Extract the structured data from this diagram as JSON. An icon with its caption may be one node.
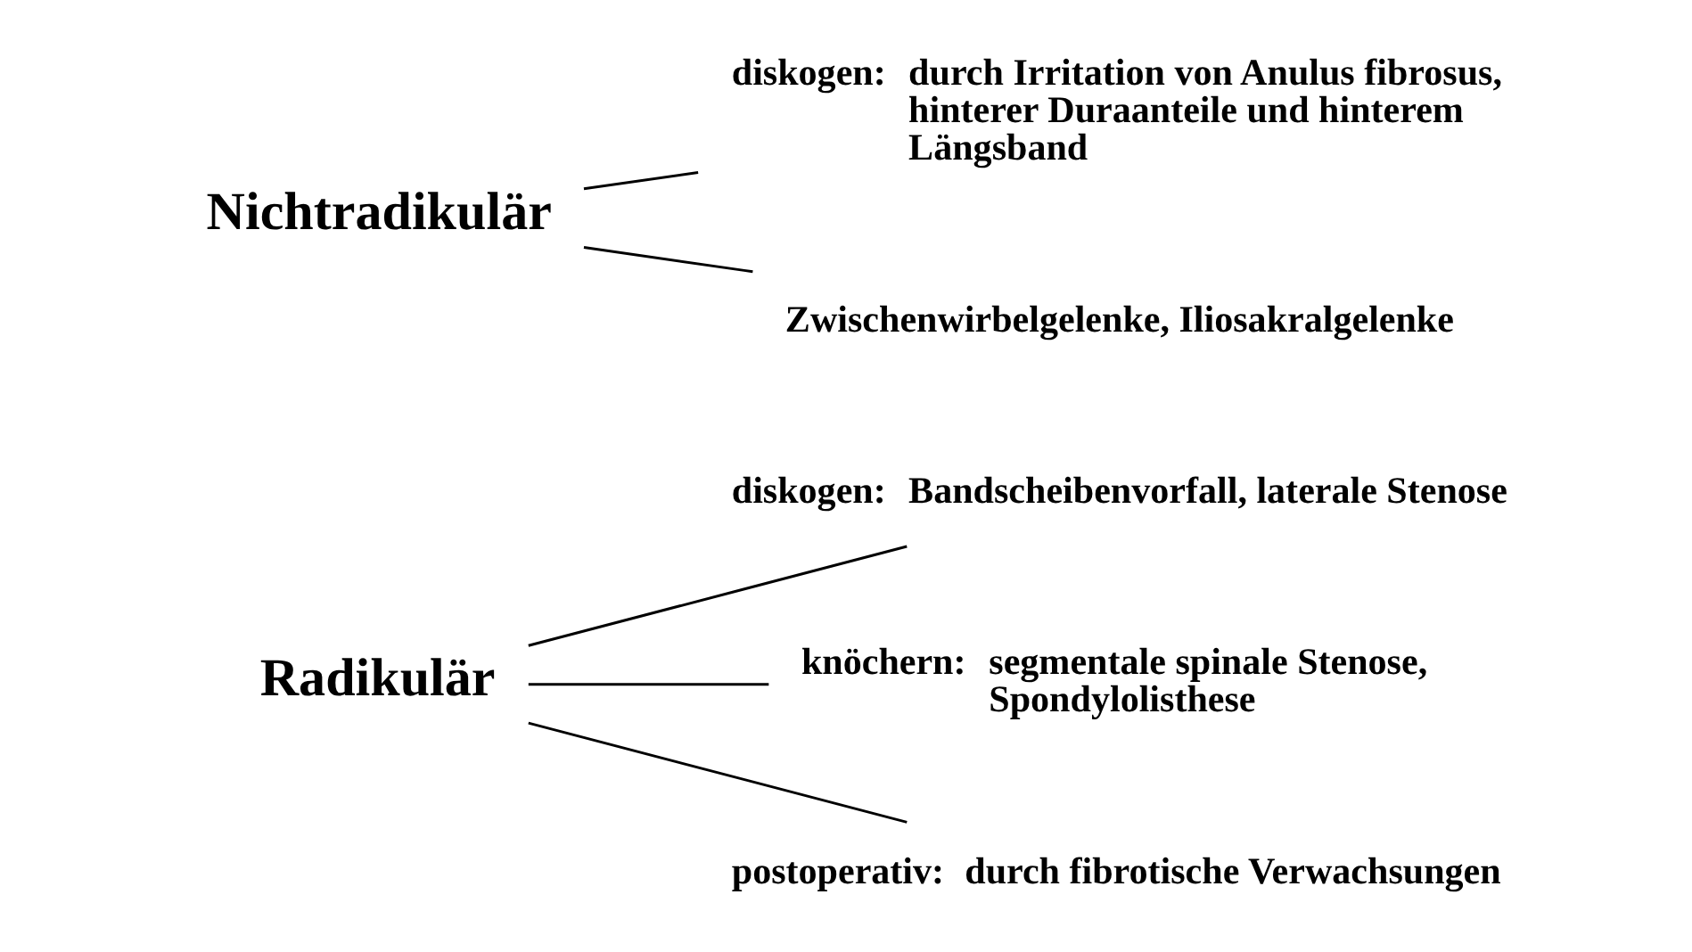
{
  "diagram": {
    "nodes": [
      {
        "text": [
          "Radikulär"
        ]
      },
      {
        "text": [
          "diskogen:"
        ],
        "beside": [
          "Bandscheibenvorfall, laterale Stenose"
        ]
      },
      {
        "text": [
          "knöchern:"
        ],
        "beside": [
          "segmentale spinale Stenose, Spondylolisthese"
        ]
      },
      {
        "text": [
          "postoperativ:"
        ],
        "beside": [
          "durch fibrotische Verwachsungen"
        ]
      },
      {
        "text": [
          "Nichtradikulär"
        ]
      },
      {
        "text": [
          "diskogen:"
        ],
        "beside": [
          "durch Irritation von Anulus fibrosus, hinterer Duraanteile und hinterem Längsband"
        ]
      },
      {
        "text": [
          "Zwischenwirbelgelenke, Iliosakralgelenke"
        ]
      }
    ],
    "edges": [
      {
        "from": 0,
        "to": 1,
        "arrow": "none"
      },
      {
        "from": 0,
        "to": 2,
        "arrow": "none"
      },
      {
        "from": 0,
        "to": 3,
        "arrow": "none"
      },
      {
        "from": 4,
        "to": 5,
        "arrow": "none"
      },
      {
        "from": 4,
        "to": 6,
        "arrow": "none"
      }
    ]
  }
}
